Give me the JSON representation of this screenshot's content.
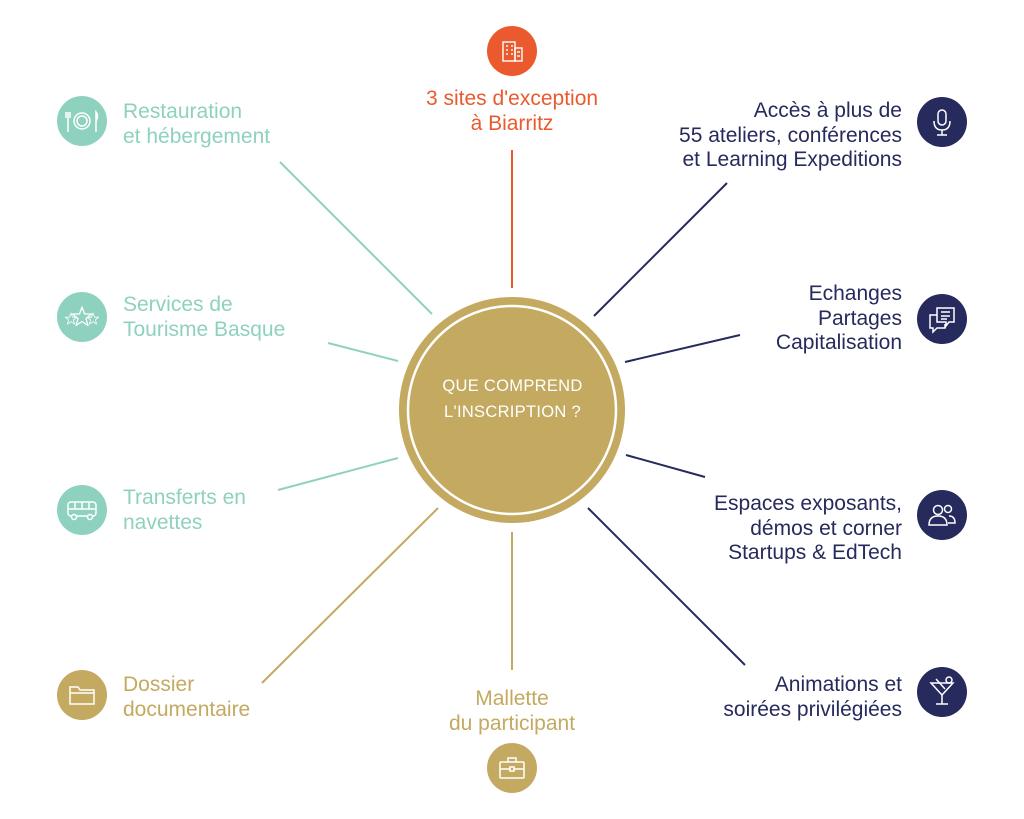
{
  "colors": {
    "teal": "#8fd1bf",
    "navy": "#262a5c",
    "gold": "#c4a960",
    "orange": "#ea5a2e",
    "white": "#ffffff"
  },
  "hub": {
    "title": "QUE COMPREND\nL'INSCRIPTION ?"
  },
  "items": {
    "sites": {
      "label": "3 sites d'exception\nà Biarritz",
      "icon": "building-icon"
    },
    "ateliers": {
      "label": "Accès à plus de\n55 ateliers, conférences\net Learning Expeditions",
      "icon": "microphone-icon"
    },
    "echanges": {
      "label": "Echanges\nPartages\nCapitalisation",
      "icon": "chat-bubble-icon"
    },
    "espaces": {
      "label": "Espaces exposants,\ndémos et corner\nStartups & EdTech",
      "icon": "people-icon"
    },
    "animations": {
      "label": "Animations et\nsoirées privilégiées",
      "icon": "cocktail-icon"
    },
    "mallette": {
      "label": "Mallette\ndu participant",
      "icon": "briefcase-icon"
    },
    "dossier": {
      "label": "Dossier\ndocumentaire",
      "icon": "folder-icon"
    },
    "transferts": {
      "label": "Transferts en\nnavettes",
      "icon": "bus-icon"
    },
    "tourisme": {
      "label": "Services de\nTourisme Basque",
      "icon": "stars-icon"
    },
    "restauration": {
      "label": "Restauration\net hébergement",
      "icon": "cutlery-icon"
    }
  }
}
